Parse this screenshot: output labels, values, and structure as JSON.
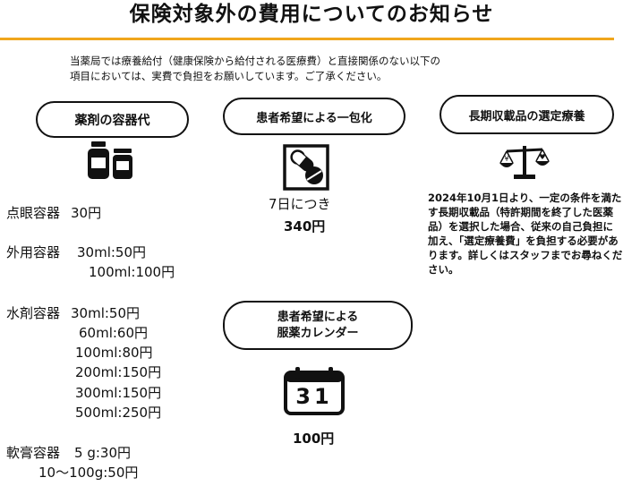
{
  "header": {
    "title": "保険対象外の費用についてのお知らせ",
    "intro_line1": "当薬局では療養給付（健康保険から給付される医療費）と直接関係のない以下の",
    "intro_line2": "項目においては、実費で負担をお願いしています。ご了承ください。"
  },
  "colors": {
    "accent_rule": "#f0a61c",
    "text": "#111111"
  },
  "containers": {
    "heading": "薬剤の容器代",
    "icon": "bottles-icon",
    "rows": [
      {
        "name": "点眼容器",
        "price": "30円"
      },
      {
        "name": "外用容器",
        "price": "30ml:50円"
      },
      {
        "name": "",
        "price": "100ml:100円"
      },
      {
        "name": "水剤容器",
        "price": "30ml:50円"
      },
      {
        "name": "",
        "price": "60ml:60円"
      },
      {
        "name": "",
        "price": "100ml:80円"
      },
      {
        "name": "",
        "price": "200ml:150円"
      },
      {
        "name": "",
        "price": "300ml:150円"
      },
      {
        "name": "",
        "price": "500ml:250円"
      },
      {
        "name": "軟膏容器",
        "price": "5 g:30円"
      },
      {
        "name": "",
        "price": "10～100g:50円"
      }
    ]
  },
  "one_dose": {
    "heading": "患者希望による一包化",
    "icon": "pill-packet-icon",
    "per": "7日につき",
    "price": "340円"
  },
  "calendar": {
    "heading_line1": "患者希望による",
    "heading_line2": "服薬カレンダー",
    "icon": "calendar-icon",
    "day": "31",
    "price": "100円"
  },
  "long_listed": {
    "heading": "長期収載品の選定療養",
    "icon": "balance-scale-icon",
    "note": "2024年10月1日より、一定の条件を満たす長期収載品（特許期間を終了した医薬品）を選択した場合、従来の自己負担に加え、「選定療養費」を負担する必要があります。詳しくはスタッフまでお尋ねください。"
  }
}
